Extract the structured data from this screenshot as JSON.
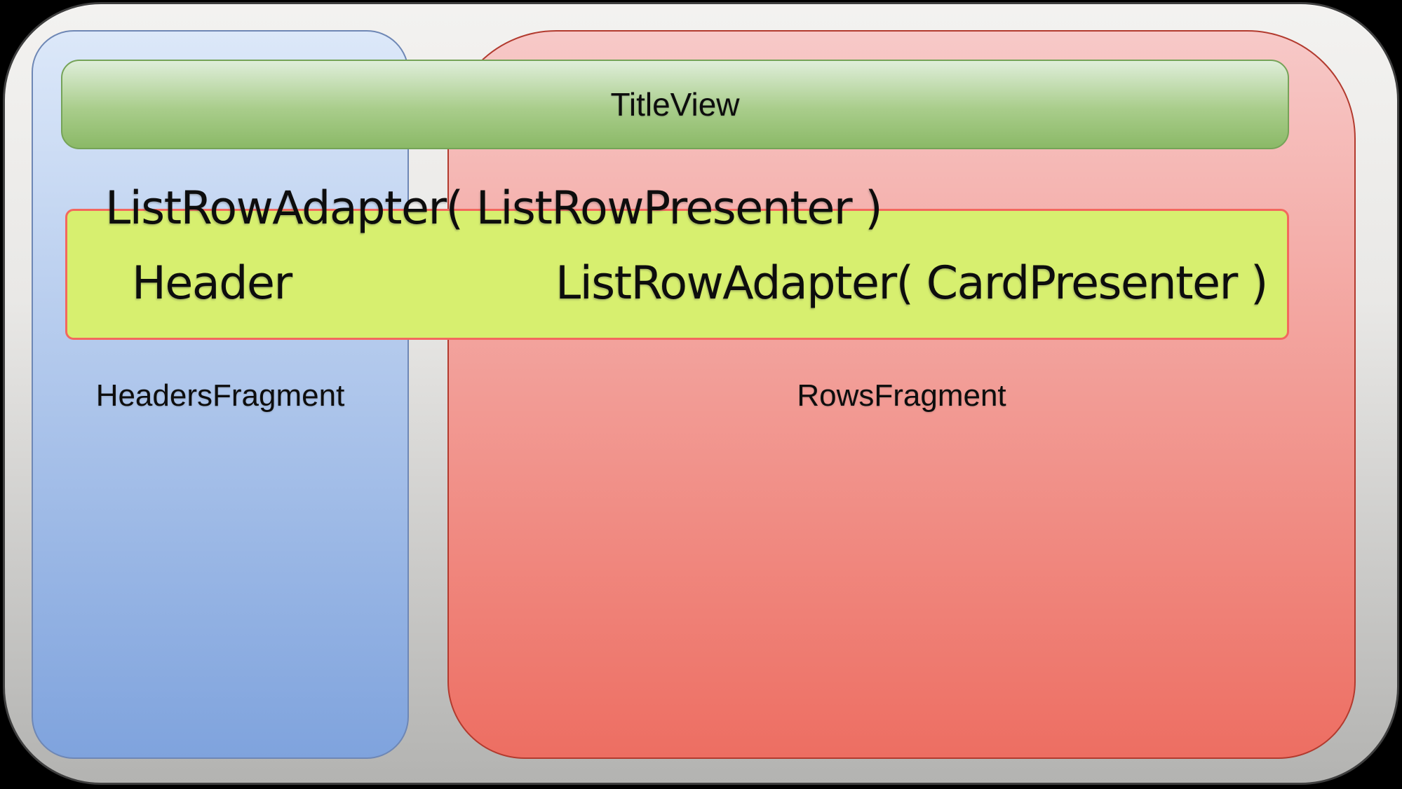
{
  "colors": {
    "page-bg": "#000000",
    "frame-top": "#f3f2f0",
    "frame-mid": "#e9e8e6",
    "frame-bottom": "#b3b3b1",
    "frame-border": "#3f3f3f",
    "blue-top": "#dce8f9",
    "blue-bottom": "#7fa3dd",
    "blue-border": "#6e87b5",
    "red-top": "#f7c9c8",
    "red-bottom": "#ed6e62",
    "red-border": "#b23a2e",
    "green-top": "#dfeeda",
    "green-mid": "#a9cd8b",
    "green-bottom": "#8bb967",
    "green-border": "#75a358",
    "yellow-fill": "#d7ef6f",
    "yellow-border": "#f3685e",
    "text": "#0d0d0d"
  },
  "diagram": {
    "title_view": {
      "label": "TitleView"
    },
    "headers_fragment": {
      "label": "HeadersFragment"
    },
    "rows_fragment": {
      "label": "RowsFragment"
    },
    "list_row_caption": {
      "label": "ListRowAdapter( ListRowPresenter )"
    },
    "header_cell": {
      "label": "Header"
    },
    "card_caption": {
      "label": "ListRowAdapter( CardPresenter )"
    }
  }
}
